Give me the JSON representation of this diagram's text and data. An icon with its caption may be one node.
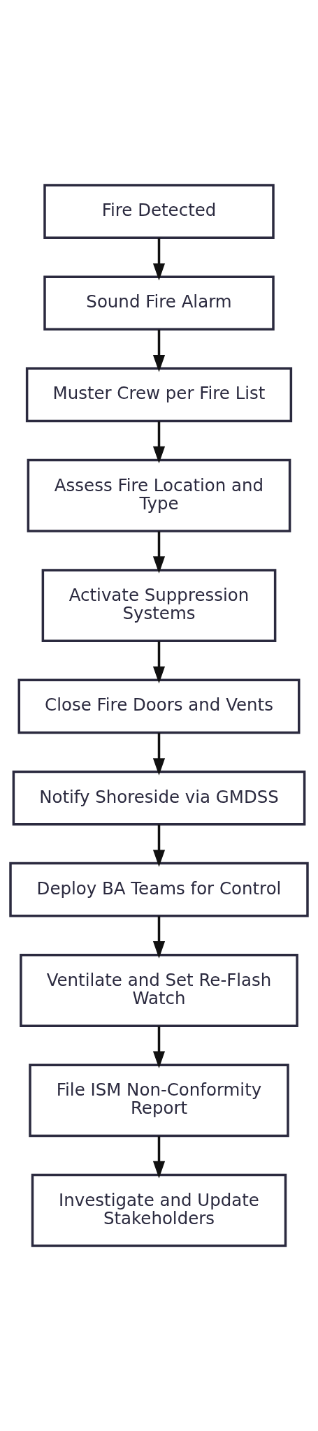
{
  "diagram": {
    "nodes": [
      {
        "text": [
          "Fire Detected"
        ]
      },
      {
        "text": [
          "Sound Fire Alarm"
        ]
      },
      {
        "text": [
          "Muster Crew per Fire List"
        ]
      },
      {
        "text": [
          "Assess Fire Location and Type"
        ]
      },
      {
        "text": [
          "Activate Suppression Systems"
        ]
      },
      {
        "text": [
          "Close Fire Doors and Vents"
        ]
      },
      {
        "text": [
          "Notify Shoreside via GMDSS"
        ]
      },
      {
        "text": [
          "Deploy BA Teams for Control"
        ]
      },
      {
        "text": [
          "Ventilate and Set Re-Flash Watch"
        ]
      },
      {
        "text": [
          "File ISM Non-Conformity Report"
        ]
      },
      {
        "text": [
          "Investigate and Update Stakeholders"
        ]
      }
    ],
    "edges": [
      {
        "from": 0,
        "to": 1,
        "arrow": "to"
      },
      {
        "from": 1,
        "to": 2,
        "arrow": "to"
      },
      {
        "from": 2,
        "to": 3,
        "arrow": "to"
      },
      {
        "from": 3,
        "to": 4,
        "arrow": "to"
      },
      {
        "from": 4,
        "to": 5,
        "arrow": "to"
      },
      {
        "from": 5,
        "to": 6,
        "arrow": "to"
      },
      {
        "from": 6,
        "to": 7,
        "arrow": "to"
      },
      {
        "from": 7,
        "to": 8,
        "arrow": "to"
      },
      {
        "from": 8,
        "to": 9,
        "arrow": "to"
      },
      {
        "from": 9,
        "to": 10,
        "arrow": "to"
      }
    ]
  }
}
